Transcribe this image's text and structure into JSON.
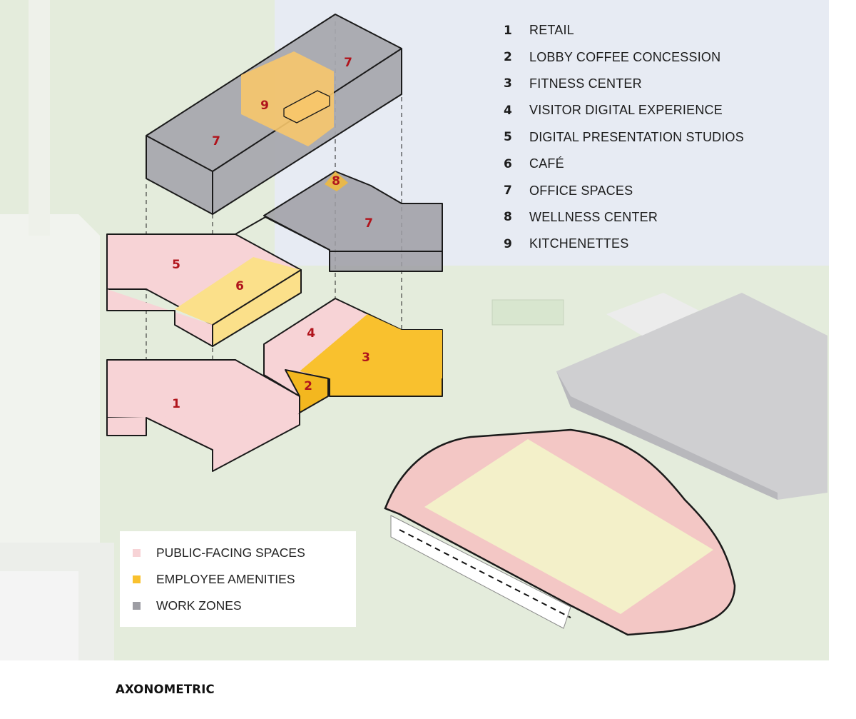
{
  "diagram": {
    "caption": "AXONOMETRIC",
    "program_list": [
      {
        "number": "1",
        "label": "RETAIL"
      },
      {
        "number": "2",
        "label": "LOBBY COFFEE CONCESSION"
      },
      {
        "number": "3",
        "label": "FITNESS CENTER"
      },
      {
        "number": "4",
        "label": "VISITOR DIGITAL EXPERIENCE"
      },
      {
        "number": "5",
        "label": "DIGITAL PRESENTATION STUDIOS"
      },
      {
        "number": "6",
        "label": "CAFÉ"
      },
      {
        "number": "7",
        "label": "OFFICE SPACES"
      },
      {
        "number": "8",
        "label": "WELLNESS CENTER"
      },
      {
        "number": "9",
        "label": "KITCHENETTES"
      }
    ],
    "legend": [
      {
        "label": "PUBLIC-FACING SPACES",
        "color": "#f7d3d6"
      },
      {
        "label": "EMPLOYEE AMENITIES",
        "color": "#f9c12e"
      },
      {
        "label": "WORK ZONES",
        "color": "#9d9da3"
      }
    ],
    "zone_labels": [
      "1",
      "2",
      "3",
      "4",
      "5",
      "6",
      "7",
      "7",
      "7",
      "8",
      "9"
    ],
    "colors": {
      "public": "#f7d3d6",
      "amenity": "#f9c12e",
      "amenity_light": "#fbe08a",
      "work": "#9d9da3",
      "label": "#b0141c",
      "site_green": "#e4ecdc",
      "water": "#e7ebf3"
    }
  }
}
